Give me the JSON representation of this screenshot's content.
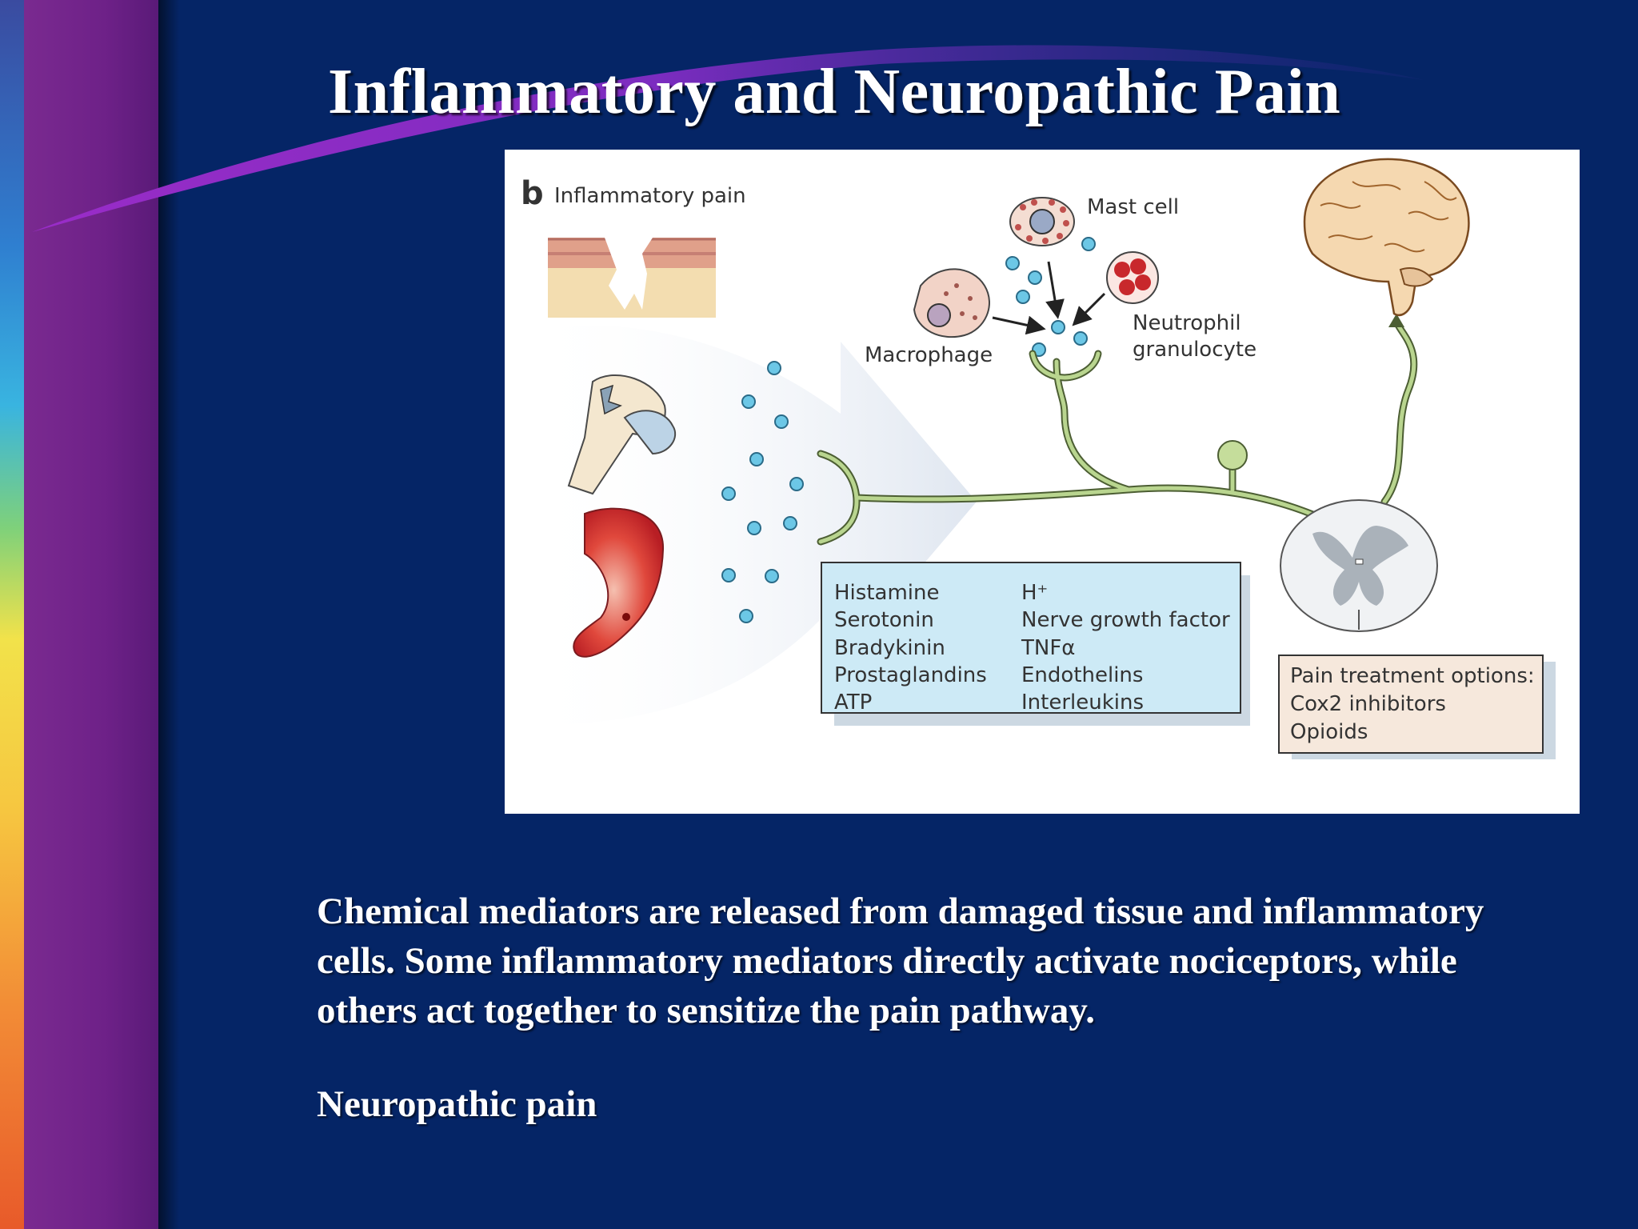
{
  "slide": {
    "title": "Inflammatory and Neuropathic Pain",
    "caption": "Chemical mediators are released from damaged tissue and inflammatory cells. Some inflammatory mediators directly activate nociceptors, while others act together to sensitize the pain pathway.",
    "subheading": "Neuropathic pain"
  },
  "figure": {
    "panel_letter": "b",
    "panel_title": "Inflammatory pain",
    "cells": {
      "mast_cell": "Mast cell",
      "macrophage": "Macrophage",
      "neutrophil_line1": "Neutrophil",
      "neutrophil_line2": "granulocyte"
    },
    "mediators": {
      "left": [
        "Histamine",
        "Serotonin",
        "Bradykinin",
        "Prostaglandins",
        "ATP"
      ],
      "right": [
        "H⁺",
        "Nerve growth factor",
        "TNFα",
        "Endothelins",
        "Interleukins"
      ]
    },
    "treatment": {
      "heading": "Pain treatment options:",
      "items": [
        "Cox2 inhibitors",
        "Opioids"
      ]
    }
  },
  "colors": {
    "background": "#052566",
    "side_bar": "#6e2188",
    "nerve": "#a9c97d",
    "mediator_dot": "#6cc7e6",
    "mediator_box": "#cdeaf6",
    "treatment_box": "#f6e8dc"
  }
}
